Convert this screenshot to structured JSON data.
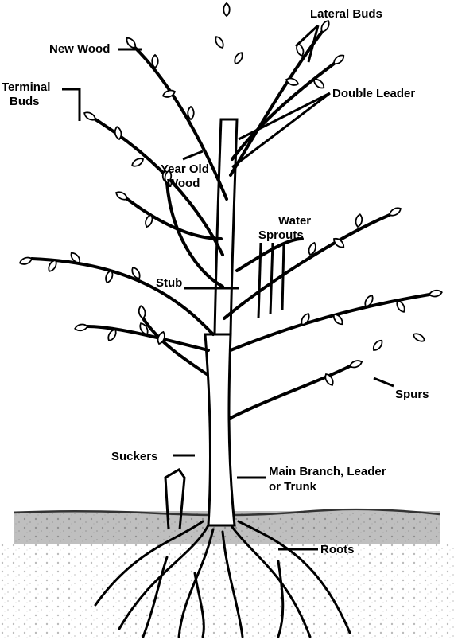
{
  "labels": {
    "lateral_buds": "Lateral Buds",
    "new_wood": "New Wood",
    "terminal_buds_1": "Terminal",
    "terminal_buds_2": "Buds",
    "double_leader": "Double Leader",
    "year_old_wood_1": "Year Old",
    "year_old_wood_2": "Wood",
    "water_sprouts_1": "Water",
    "water_sprouts_2": "Sprouts",
    "stub": "Stub",
    "spurs": "Spurs",
    "suckers": "Suckers",
    "main_branch_1": "Main Branch, Leader",
    "main_branch_2": "or Trunk",
    "roots": "Roots"
  },
  "colors": {
    "ink": "#000000",
    "soil": "#a8a8a8",
    "soil_dark": "#555555",
    "background": "#ffffff"
  }
}
